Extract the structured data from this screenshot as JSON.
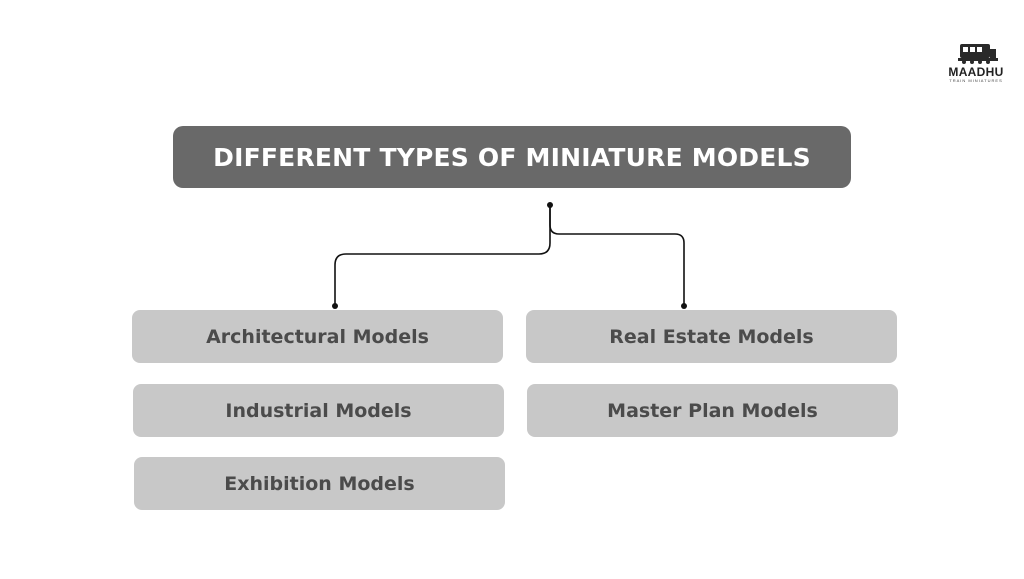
{
  "title": "DIFFERENT TYPES OF MINIATURE MODELS",
  "logo": {
    "name": "MAADHU",
    "tagline": "TRAIN MINIATURES",
    "icon": "train-icon"
  },
  "model_types": {
    "left": [
      "Architectural Models",
      "Industrial Models",
      "Exhibition Models"
    ],
    "right": [
      "Real Estate Models",
      "Master Plan Models"
    ]
  },
  "colors": {
    "title_bg": "#696969",
    "box_bg": "#c8c8c8",
    "box_text": "#4b4b4b",
    "connector": "#111111"
  }
}
